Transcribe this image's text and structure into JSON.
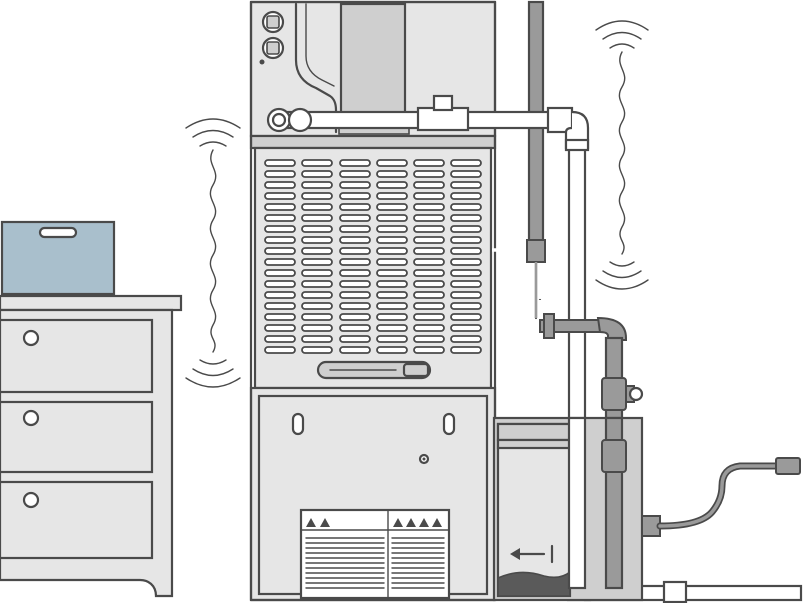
{
  "colors": {
    "outline": "#4a4a4a",
    "panel": "#e6e6e6",
    "panel_dark": "#cfcfcf",
    "pipe_white": "#ffffff",
    "pipe_gray": "#9a9a9a",
    "box_blue": "#a9bfcc",
    "water": "#5a5a5a",
    "background": "#ffffff"
  },
  "icons": {
    "vibration_left": "vibration-waves-icon",
    "vibration_right": "vibration-waves-icon",
    "warning_triangles": "warning-triangle-icon",
    "flow_arrow": "flow-arrow-left-icon"
  },
  "scene": {
    "subjects": [
      "cabinet",
      "blue-box",
      "furnace",
      "condensate-pump",
      "pipes",
      "valve",
      "hose"
    ]
  }
}
